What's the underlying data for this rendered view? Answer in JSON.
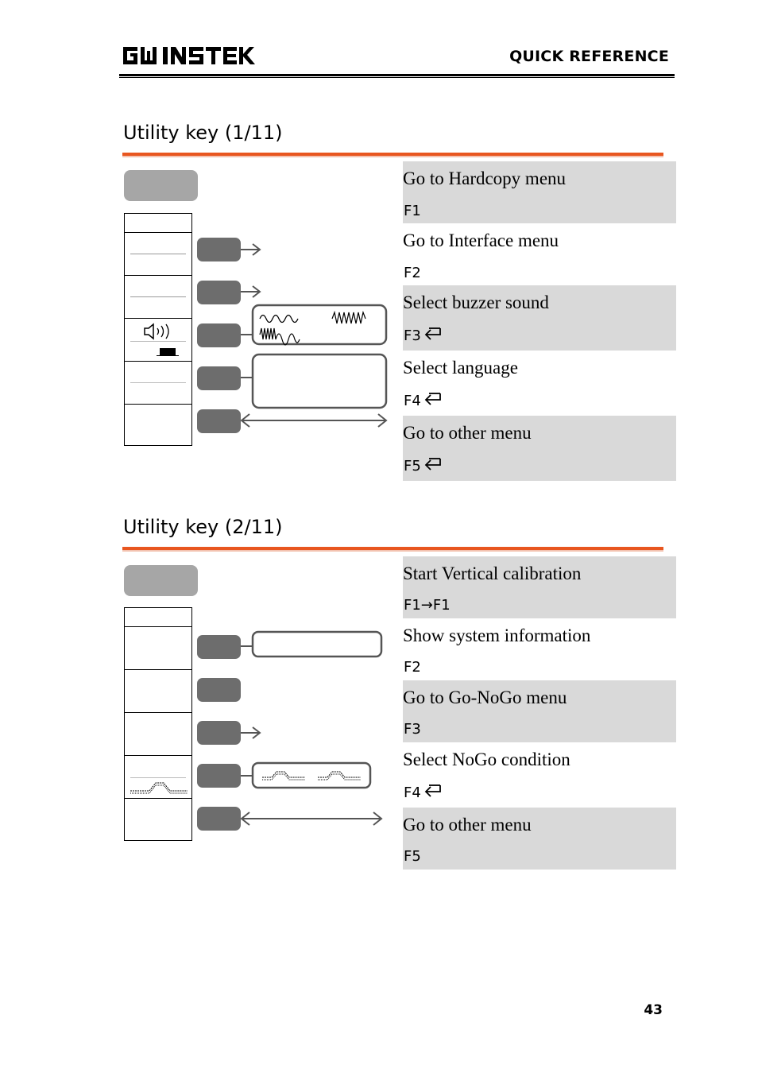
{
  "header": {
    "logo_text": "GW INSTEK",
    "section": "QUICK REFERENCE"
  },
  "sections": [
    {
      "title": "Utility key (1/11)",
      "rows": [
        {
          "desc": "Go to Hardcopy menu",
          "key": "F1",
          "return_icon": false
        },
        {
          "desc": "Go to Interface menu",
          "key": "F2",
          "return_icon": false
        },
        {
          "desc": "Select buzzer sound",
          "key": "F3",
          "return_icon": true
        },
        {
          "desc": "Select language",
          "key": "F4",
          "return_icon": true
        },
        {
          "desc": "Go to other menu",
          "key": "F5",
          "return_icon": true
        }
      ]
    },
    {
      "title": "Utility key (2/11)",
      "rows": [
        {
          "desc": "Start Vertical calibration",
          "key": "F1→F1",
          "return_icon": false
        },
        {
          "desc": "Show system information",
          "key": "F2",
          "return_icon": false
        },
        {
          "desc": "Go to Go-NoGo menu",
          "key": "F3",
          "return_icon": false
        },
        {
          "desc": "Select NoGo condition",
          "key": "F4",
          "return_icon": true
        },
        {
          "desc": "Go to other menu",
          "key": "F5",
          "return_icon": false
        }
      ]
    }
  ],
  "page_number": "43",
  "colors": {
    "accent_line": "#e8561f",
    "row_shade": "#d9d9d9",
    "soft_button": "#a6a6a6",
    "function_button": "#6d6d6d"
  },
  "icons": {
    "speaker": "speaker-icon",
    "return": "return-arrow-icon",
    "arrow": "right-arrow-icon",
    "double_arrow": "double-arrow-icon"
  }
}
